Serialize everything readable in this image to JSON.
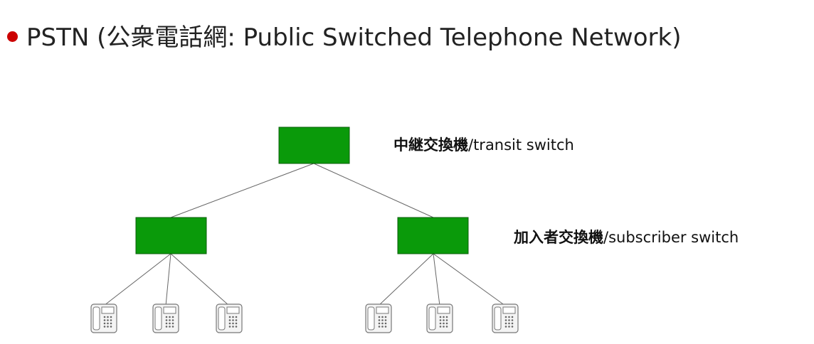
{
  "heading": {
    "text": "PSTN (公衆電話網: Public Switched Telephone Network)",
    "bullet_color": "#cc0000"
  },
  "labels": {
    "transit_cjk": "中継交換機",
    "transit_en": "/transit switch",
    "subscriber_cjk": "加入者交換機",
    "subscriber_en": "/subscriber switch"
  },
  "colors": {
    "switch_fill": "#0a9a0a",
    "switch_stroke": "#0b5e0b",
    "line": "#666666",
    "phone_stroke": "#777777",
    "phone_fill": "#f4f4f4"
  },
  "icons": {
    "switch": "network-switch-box",
    "phone": "desk-telephone-icon"
  }
}
